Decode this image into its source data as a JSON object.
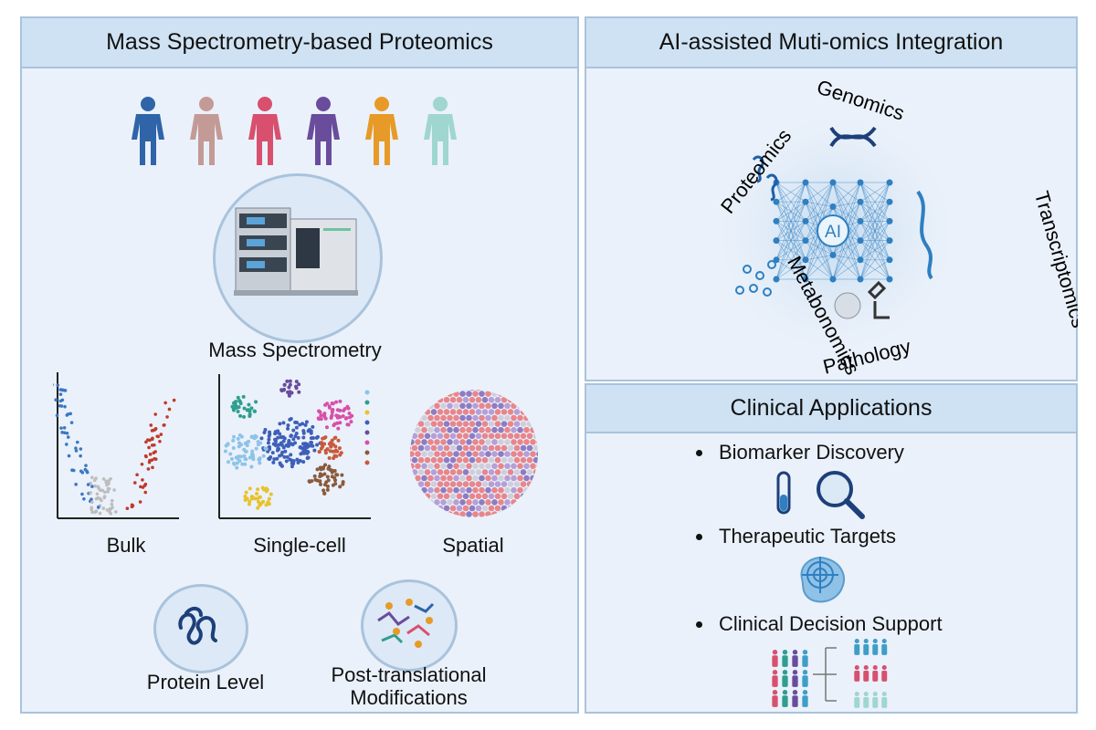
{
  "left_panel": {
    "title": "Mass Spectrometry-based Proteomics",
    "people_colors": [
      "#2f64a8",
      "#c49a96",
      "#d8506e",
      "#6a4c9c",
      "#e79a28",
      "#9fd6cf"
    ],
    "ms_label": "Mass Spectrometry",
    "modes": [
      {
        "label": "Bulk"
      },
      {
        "label": "Single-cell"
      },
      {
        "label": "Spatial"
      }
    ],
    "level_labels": {
      "protein": "Protein Level",
      "ptm_line1": "Post-translational",
      "ptm_line2": "Modifications"
    }
  },
  "right_top": {
    "title": "AI-assisted Muti-omics Integration",
    "center": "AI",
    "omics": {
      "genomics": "Genomics",
      "proteomics": "Proteomics",
      "transcriptomics": "Transcriptomics",
      "metabonomics": "Metabonomics",
      "pathology": "Pathology"
    }
  },
  "right_bottom": {
    "title": "Clinical Applications",
    "items": [
      "Biomarker Discovery",
      "Therapeutic Targets",
      "Clinical Decision Support"
    ]
  },
  "colors": {
    "panel_bg": "#eaf1fa",
    "header_bg": "#cfe2f3",
    "border": "#a9c3dd",
    "up_red": "#c0392b",
    "down_blue": "#3a78c2",
    "network_blue": "#2f7fc1"
  }
}
